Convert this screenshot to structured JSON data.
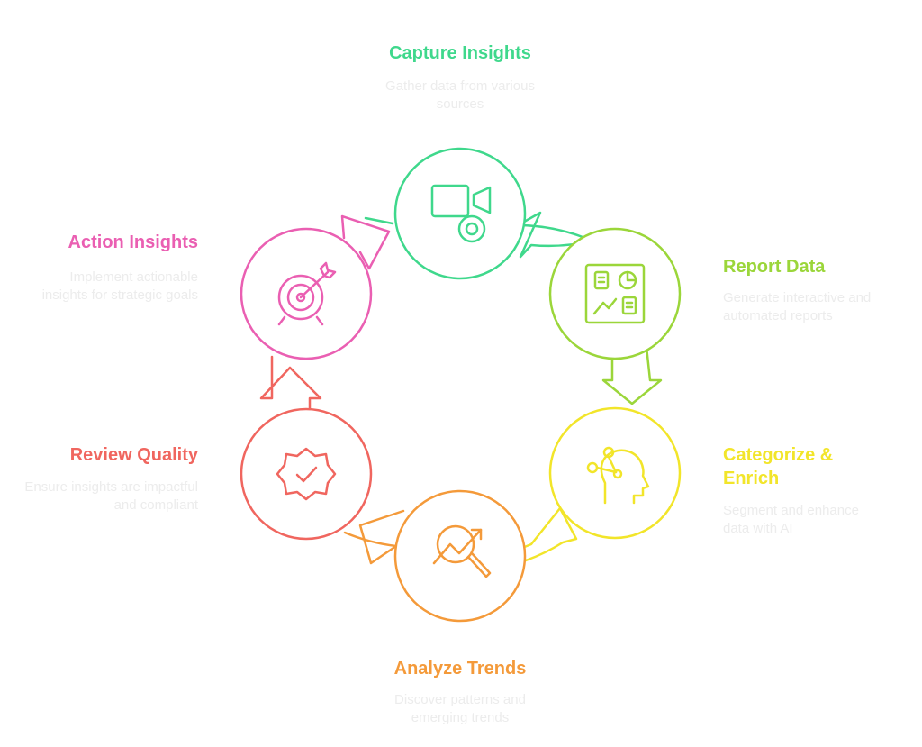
{
  "steps": [
    {
      "title": "Capture Insights",
      "description": "Gather data from various sources",
      "color": "#3fd88c",
      "icon": "video-camera-icon"
    },
    {
      "title": "Report Data",
      "description": "Generate interactive and automated reports",
      "color": "#9bd63a",
      "icon": "dashboard-report-icon"
    },
    {
      "title": "Categorize & Enrich",
      "description": "Segment and enhance data with AI",
      "color": "#f2e52a",
      "icon": "ai-head-icon"
    },
    {
      "title": "Analyze Trends",
      "description": "Discover patterns and emerging trends",
      "color": "#f49a3a",
      "icon": "trend-search-icon"
    },
    {
      "title": "Review Quality",
      "description": "Ensure insights are impactful and compliant",
      "color": "#f0665f",
      "icon": "badge-check-icon"
    },
    {
      "title": "Action Insights",
      "description": "Implement actionable insights for strategic goals",
      "color": "#ea5fb2",
      "icon": "target-arrow-icon"
    }
  ]
}
